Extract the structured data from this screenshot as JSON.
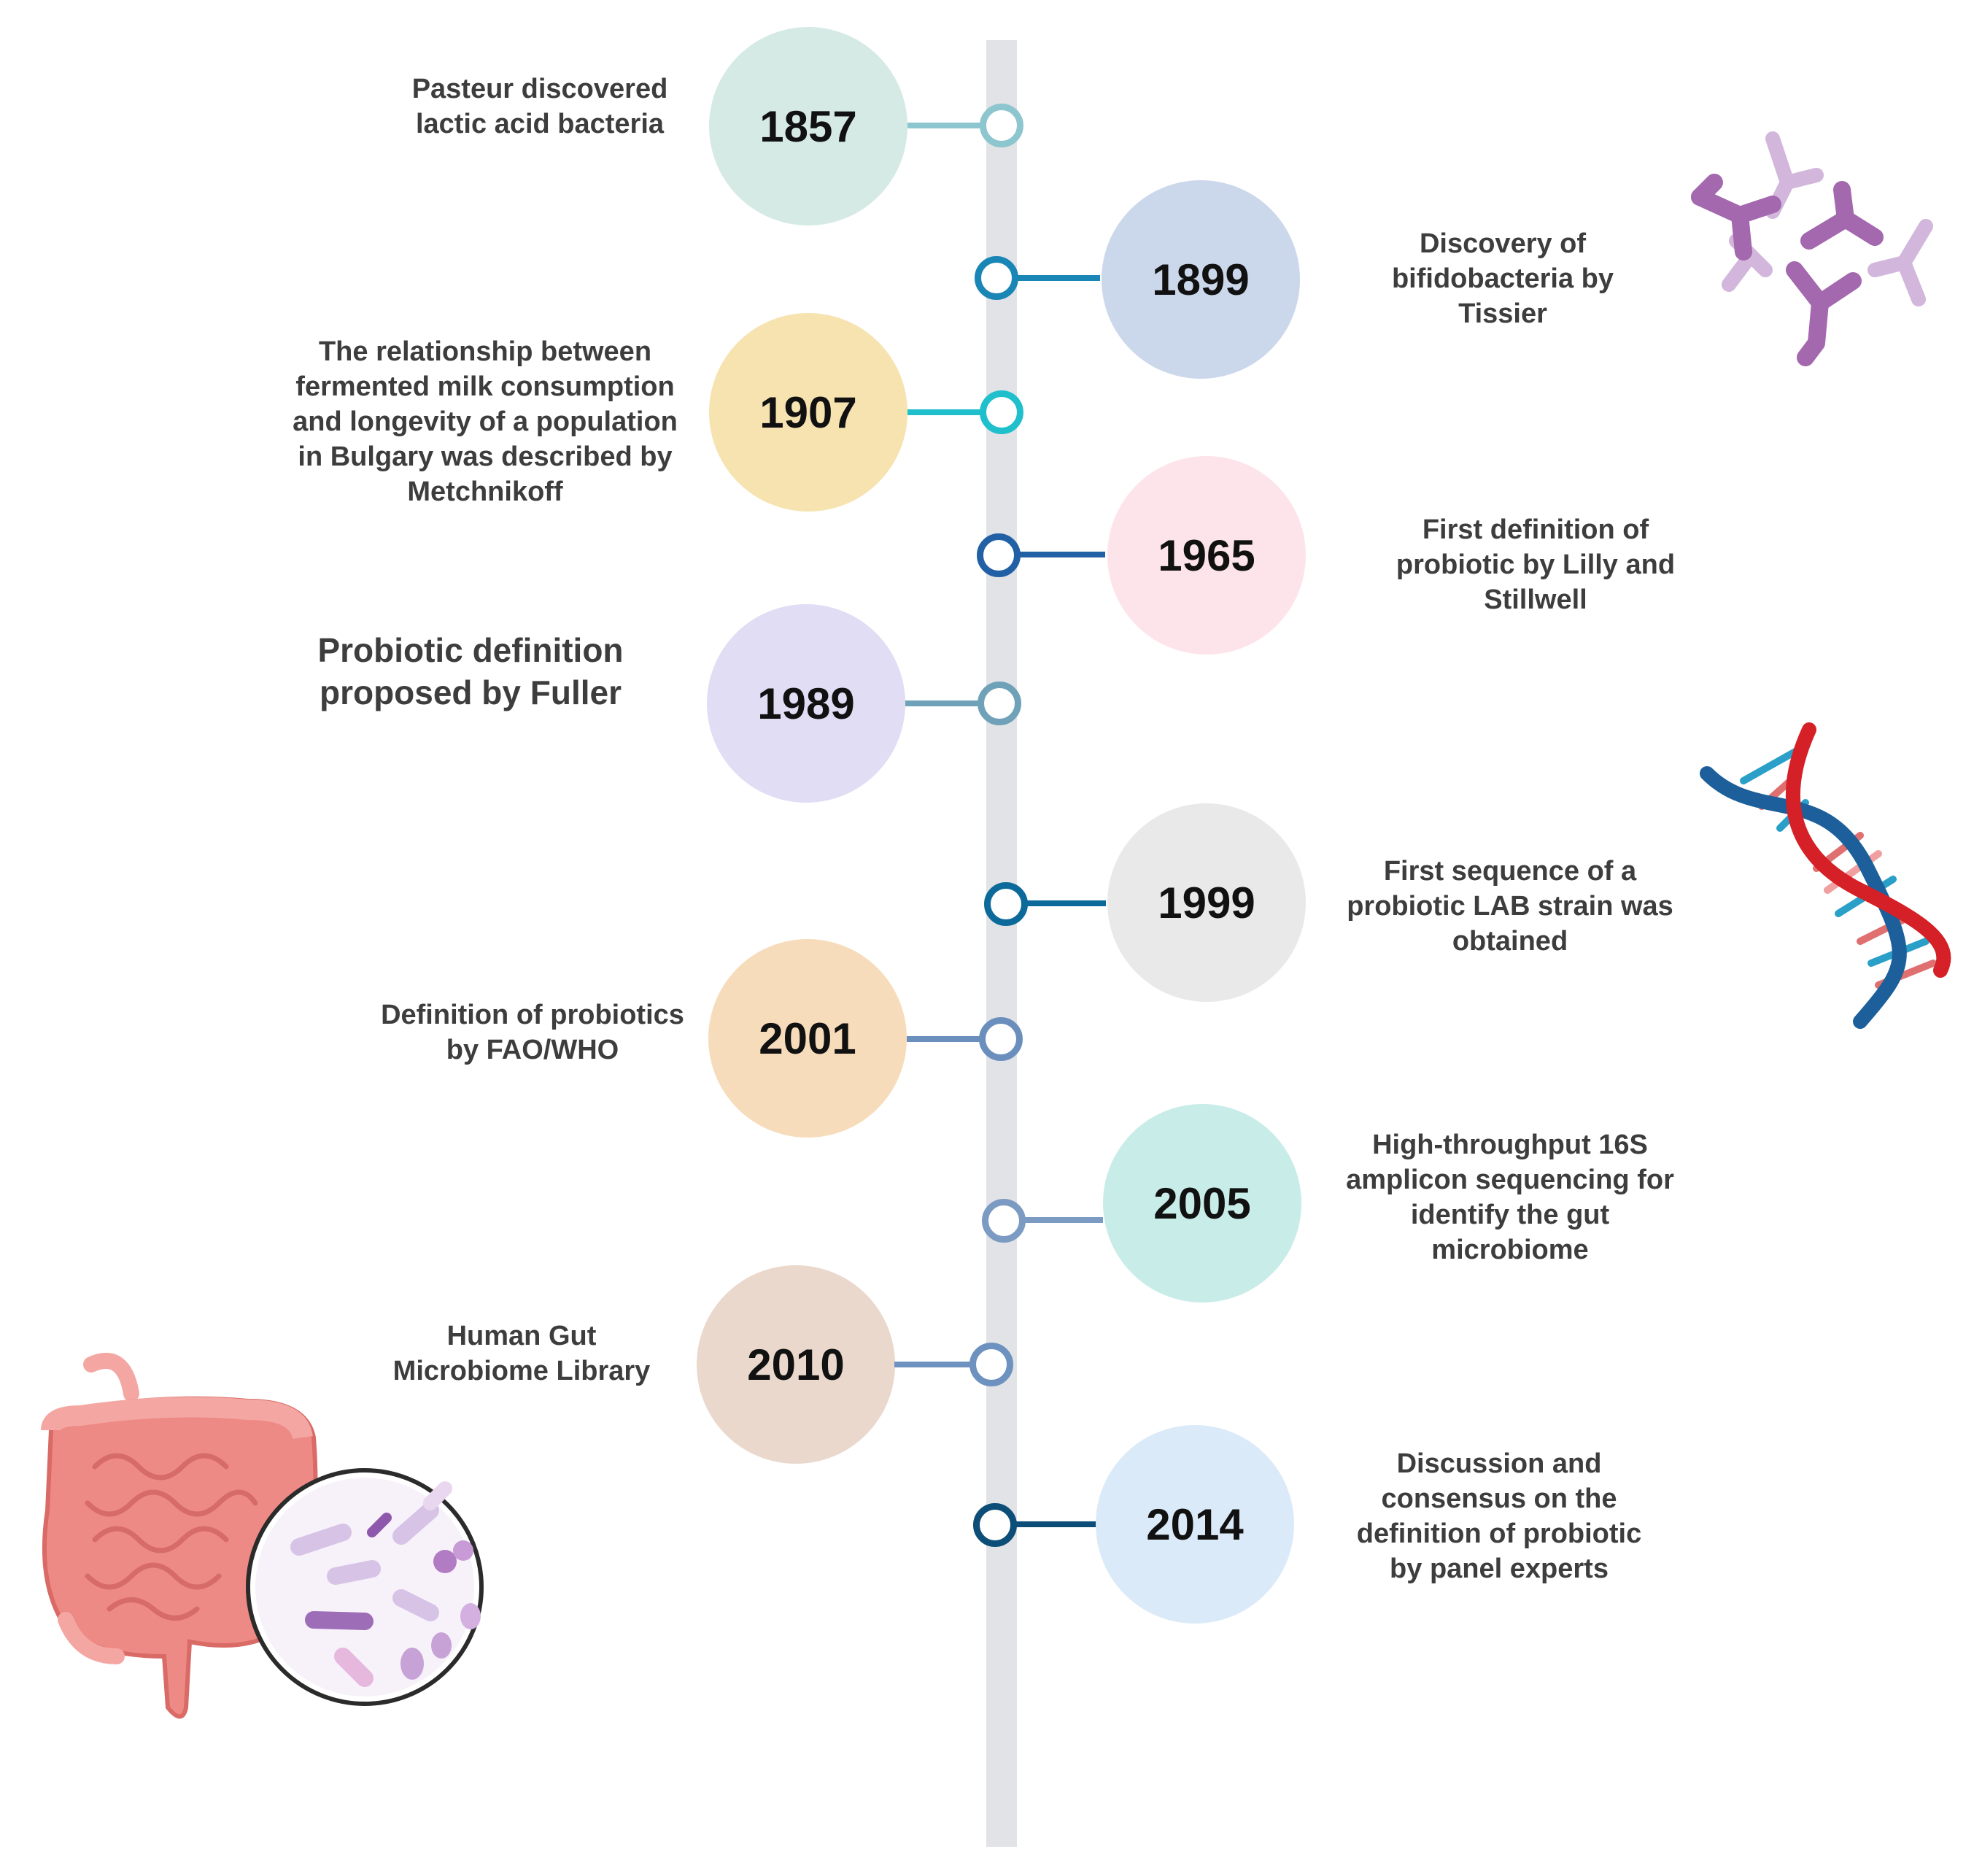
{
  "events": [
    {
      "year": "1857",
      "text": "Pasteur discovered lactic acid bacteria",
      "lines": [
        "Pasteur discovered",
        "lactic acid bacteria"
      ],
      "side": "left",
      "circle_color": "#d6eae5",
      "line_color": "#8dc6cf"
    },
    {
      "year": "1899",
      "text": "Discovery of bifidobacteria by Tissier",
      "lines": [
        "Discovery of",
        "bifidobacteria by",
        "Tissier"
      ],
      "side": "right",
      "circle_color": "#cbd7ea",
      "line_color": "#1a86b5"
    },
    {
      "year": "1907",
      "text": "The relationship between fermented milk consumption and longevity of a population in Bulgary was described by Metchnikoff",
      "lines": [
        "The relationship between",
        "fermented milk consumption",
        "and longevity of a population",
        "in Bulgary was described by",
        "Metchnikoff"
      ],
      "side": "left",
      "circle_color": "#f7e3b0",
      "line_color": "#1fc0cc"
    },
    {
      "year": "1965",
      "text": "First definition of probiotic by Lilly and Stillwell",
      "lines": [
        "First definition of",
        "probiotic by Lilly and",
        "Stillwell"
      ],
      "side": "right",
      "circle_color": "#fde4ea",
      "line_color": "#2260a5"
    },
    {
      "year": "1989",
      "text": "Probiotic definition proposed by Fuller",
      "lines": [
        "Probiotic definition",
        "proposed by Fuller"
      ],
      "side": "left",
      "circle_color": "#e0ddf4",
      "line_color": "#6fa2b8"
    },
    {
      "year": "1999",
      "text": "First sequence of a probiotic LAB strain was obtained",
      "lines": [
        "First sequence of a",
        "probiotic LAB strain was",
        "obtained"
      ],
      "side": "right",
      "circle_color": "#e9e9e9",
      "line_color": "#0c6a9b"
    },
    {
      "year": "2001",
      "text": "Definition of probiotics by FAO/WHO",
      "lines": [
        "Definition of probiotics",
        "by FAO/WHO"
      ],
      "side": "left",
      "circle_color": "#f7dcbb",
      "line_color": "#6b8fbc"
    },
    {
      "year": "2005",
      "text": "High-throughput 16S amplicon sequencing for identify the gut microbiome",
      "lines": [
        "High-throughput 16S",
        "amplicon sequencing for",
        "identify the gut",
        "microbiome"
      ],
      "side": "right",
      "circle_color": "#c8ece8",
      "line_color": "#7c9bc2"
    },
    {
      "year": "2010",
      "text": "Human Gut Microbiome Library",
      "lines": [
        "Human Gut",
        "Microbiome Library"
      ],
      "side": "left",
      "circle_color": "#ead8cc",
      "line_color": "#6e92c0"
    },
    {
      "year": "2014",
      "text": "Discussion and consensus on the definition of probiotic by panel experts",
      "lines": [
        "Discussion and",
        "consensus on the",
        "definition of probiotic",
        "by panel experts"
      ],
      "side": "right",
      "circle_color": "#dbeaf8",
      "line_color": "#0d4e78"
    }
  ],
  "illustrations": {
    "bacteria_icon": "bifidobacteria-icon",
    "dna_icon": "dna-helix-icon",
    "gut_icon": "intestine-microbiome-icon"
  },
  "colors": {
    "spine": "#e1e3e6",
    "text": "#3d3d3d",
    "year_text": "#111111"
  }
}
